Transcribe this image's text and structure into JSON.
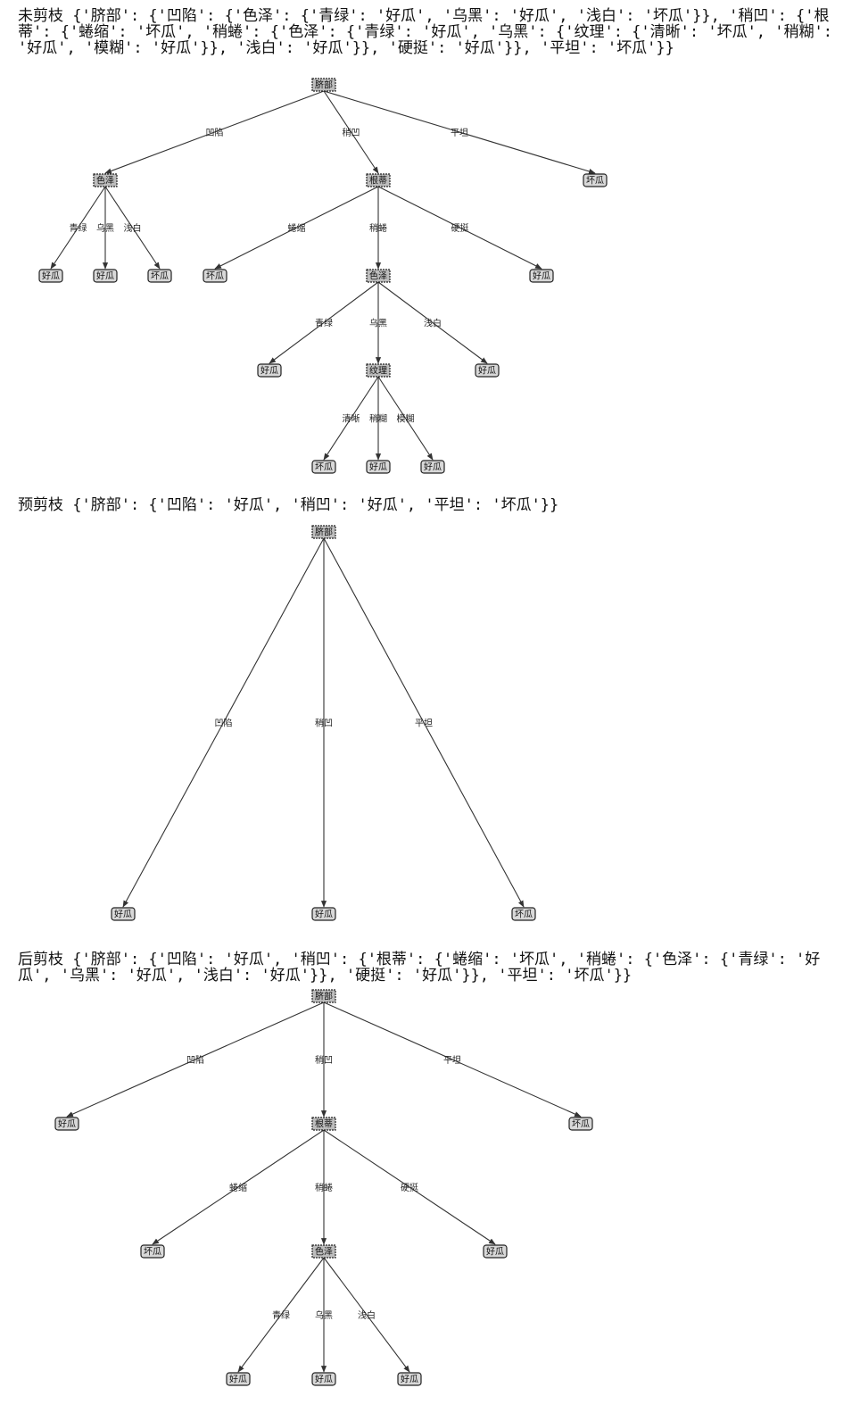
{
  "captions": [
    "未剪枝 {'脐部': {'凹陷': {'色泽': {'青绿': '好瓜', '乌黑': '好瓜', '浅白': '坏瓜'}}, '稍凹': {'根蒂': {'蜷缩': '坏瓜', '稍蜷': {'色泽': {'青绿': '好瓜', '乌黑': {'纹理': {'清晰': '坏瓜', '稍糊': '好瓜', '模糊': '好瓜'}}, '浅白': '好瓜'}}, '硬挺': '好瓜'}}, '平坦': '坏瓜'}}",
    "预剪枝 {'脐部': {'凹陷': '好瓜', '稍凹': '好瓜', '平坦': '坏瓜'}}",
    "后剪枝 {'脐部': {'凹陷': '好瓜', '稍凹': {'根蒂': {'蜷缩': '坏瓜', '稍蜷': {'色泽': {'青绿': '好瓜', '乌黑': '好瓜', '浅白': '好瓜'}}, '硬挺': '好瓜'}}, '平坦': '坏瓜'}}"
  ],
  "trees": [
    {
      "nodes": [
        {
          "id": "n0",
          "label": "脐部",
          "kind": "decision"
        },
        {
          "id": "n1",
          "label": "色泽",
          "kind": "decision"
        },
        {
          "id": "n2",
          "label": "根蒂",
          "kind": "decision"
        },
        {
          "id": "n3",
          "label": "坏瓜",
          "kind": "leaf"
        },
        {
          "id": "n4",
          "label": "好瓜",
          "kind": "leaf"
        },
        {
          "id": "n5",
          "label": "好瓜",
          "kind": "leaf"
        },
        {
          "id": "n6",
          "label": "坏瓜",
          "kind": "leaf"
        },
        {
          "id": "n7",
          "label": "坏瓜",
          "kind": "leaf"
        },
        {
          "id": "n8",
          "label": "色泽",
          "kind": "decision"
        },
        {
          "id": "n9",
          "label": "好瓜",
          "kind": "leaf"
        },
        {
          "id": "n10",
          "label": "好瓜",
          "kind": "leaf"
        },
        {
          "id": "n11",
          "label": "纹理",
          "kind": "decision"
        },
        {
          "id": "n12",
          "label": "好瓜",
          "kind": "leaf"
        },
        {
          "id": "n13",
          "label": "坏瓜",
          "kind": "leaf"
        },
        {
          "id": "n14",
          "label": "好瓜",
          "kind": "leaf"
        },
        {
          "id": "n15",
          "label": "好瓜",
          "kind": "leaf"
        }
      ],
      "edges": [
        {
          "from": "n0",
          "to": "n1",
          "label": "凹陷"
        },
        {
          "from": "n0",
          "to": "n2",
          "label": "稍凹"
        },
        {
          "from": "n0",
          "to": "n3",
          "label": "平坦"
        },
        {
          "from": "n1",
          "to": "n4",
          "label": "青绿"
        },
        {
          "from": "n1",
          "to": "n5",
          "label": "乌黑"
        },
        {
          "from": "n1",
          "to": "n6",
          "label": "浅白"
        },
        {
          "from": "n2",
          "to": "n7",
          "label": "蜷缩"
        },
        {
          "from": "n2",
          "to": "n8",
          "label": "稍蜷"
        },
        {
          "from": "n2",
          "to": "n9",
          "label": "硬挺"
        },
        {
          "from": "n8",
          "to": "n10",
          "label": "青绿"
        },
        {
          "from": "n8",
          "to": "n11",
          "label": "乌黑"
        },
        {
          "from": "n8",
          "to": "n12",
          "label": "浅白"
        },
        {
          "from": "n11",
          "to": "n13",
          "label": "清晰"
        },
        {
          "from": "n11",
          "to": "n14",
          "label": "稍糊"
        },
        {
          "from": "n11",
          "to": "n15",
          "label": "模糊"
        }
      ]
    },
    {
      "nodes": [
        {
          "id": "n0",
          "label": "脐部",
          "kind": "decision"
        },
        {
          "id": "n1",
          "label": "好瓜",
          "kind": "leaf"
        },
        {
          "id": "n2",
          "label": "好瓜",
          "kind": "leaf"
        },
        {
          "id": "n3",
          "label": "坏瓜",
          "kind": "leaf"
        }
      ],
      "edges": [
        {
          "from": "n0",
          "to": "n1",
          "label": "凹陷"
        },
        {
          "from": "n0",
          "to": "n2",
          "label": "稍凹"
        },
        {
          "from": "n0",
          "to": "n3",
          "label": "平坦"
        }
      ]
    },
    {
      "nodes": [
        {
          "id": "n0",
          "label": "脐部",
          "kind": "decision"
        },
        {
          "id": "n1",
          "label": "好瓜",
          "kind": "leaf"
        },
        {
          "id": "n2",
          "label": "根蒂",
          "kind": "decision"
        },
        {
          "id": "n3",
          "label": "坏瓜",
          "kind": "leaf"
        },
        {
          "id": "n4",
          "label": "坏瓜",
          "kind": "leaf"
        },
        {
          "id": "n5",
          "label": "色泽",
          "kind": "decision"
        },
        {
          "id": "n6",
          "label": "好瓜",
          "kind": "leaf"
        },
        {
          "id": "n7",
          "label": "好瓜",
          "kind": "leaf"
        },
        {
          "id": "n8",
          "label": "好瓜",
          "kind": "leaf"
        },
        {
          "id": "n9",
          "label": "好瓜",
          "kind": "leaf"
        }
      ],
      "edges": [
        {
          "from": "n0",
          "to": "n1",
          "label": "凹陷"
        },
        {
          "from": "n0",
          "to": "n2",
          "label": "稍凹"
        },
        {
          "from": "n0",
          "to": "n3",
          "label": "平坦"
        },
        {
          "from": "n2",
          "to": "n4",
          "label": "蜷缩"
        },
        {
          "from": "n2",
          "to": "n5",
          "label": "稍蜷"
        },
        {
          "from": "n2",
          "to": "n6",
          "label": "硬挺"
        },
        {
          "from": "n5",
          "to": "n7",
          "label": "青绿"
        },
        {
          "from": "n5",
          "to": "n8",
          "label": "乌黑"
        },
        {
          "from": "n5",
          "to": "n9",
          "label": "浅白"
        }
      ]
    }
  ]
}
